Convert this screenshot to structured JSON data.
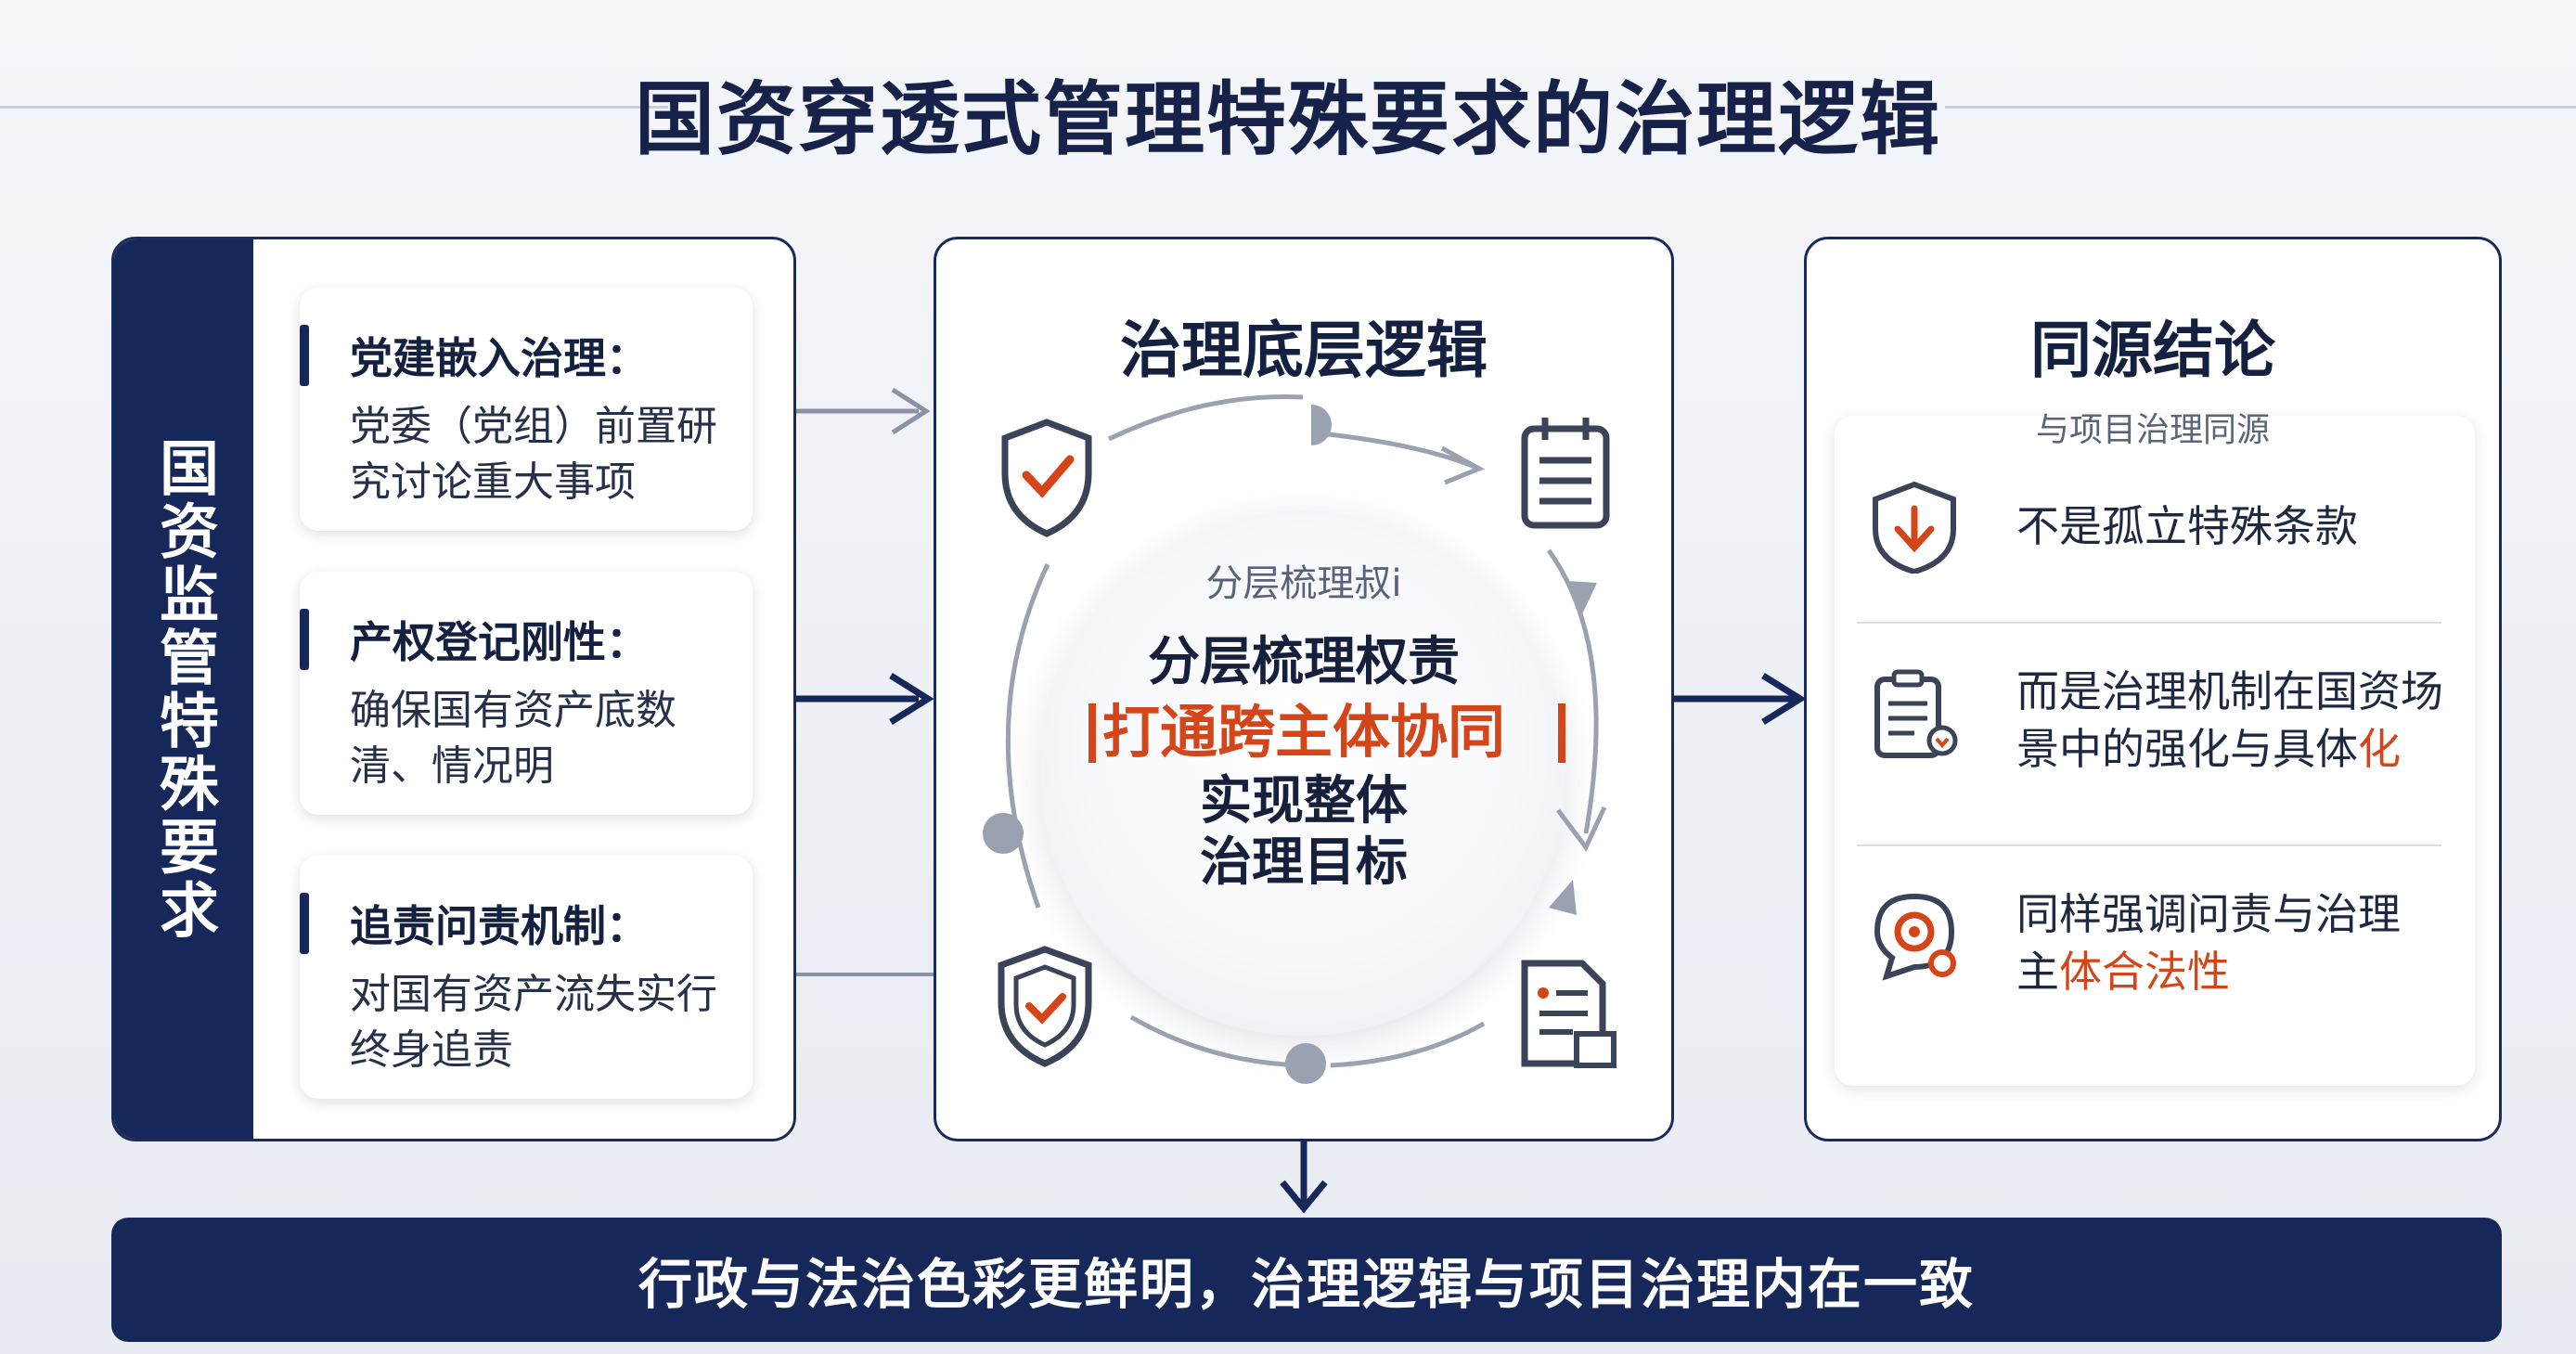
{
  "title": "国资穿透式管理特殊要求的治理逻辑",
  "left": {
    "bar_label": "国资监管特殊要求",
    "cards": [
      {
        "title": "党建嵌入治理：",
        "body_lines": [
          "党委（党组）前置研",
          "究讨论重大事项"
        ]
      },
      {
        "title": "产权登记刚性：",
        "body_lines": [
          "确保国有资产底数",
          "清、情况明"
        ]
      },
      {
        "title": "追责问责机制：",
        "body_lines": [
          "对国有资产流失实行",
          "终身追责"
        ]
      }
    ]
  },
  "middle": {
    "heading": "治理底层逻辑",
    "sub": "分层梳理叔i",
    "line1": "分层梳理权责",
    "line2": "打通跨主体协同",
    "line3": "实现整体",
    "line4": "治理目标"
  },
  "right": {
    "heading": "同源结论",
    "sub": "与项目治理同源",
    "items": [
      {
        "text": "不是孤立特殊条款",
        "icon": "shield-arrow-down-icon"
      },
      {
        "text_a": "而是治理机制在国资场",
        "text_b": "景中的强化与具体",
        "text_hl": "化",
        "icon": "document-download-icon"
      },
      {
        "text_a": "同样强调问责与治理",
        "text_b": "主",
        "text_hl": "体合法性",
        "icon": "gear-chat-icon"
      }
    ]
  },
  "bottom": "行政与法治色彩更鲜明，治理逻辑与项目治理内在一致",
  "colors": {
    "navy": "#16275a",
    "accent": "#d4461a",
    "gray": "#8a92a5"
  }
}
